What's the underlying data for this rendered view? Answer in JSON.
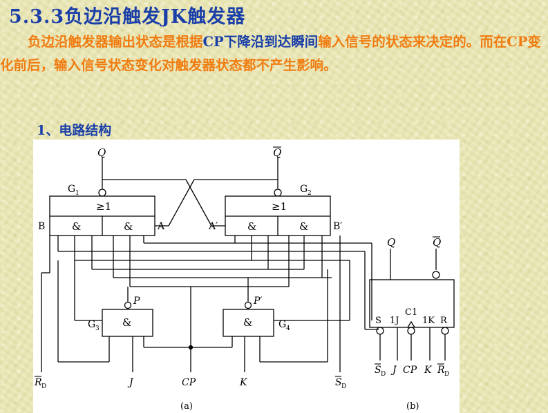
{
  "slide": {
    "title": "5.3.3负边沿触发JK触发器",
    "para_orange_1": "负边沿触发器输出状态是根据",
    "para_blue": "CP下降沿到达瞬间",
    "para_orange_2": "输入信号的状态来决定的。而在CP变化前后，输入信号状态变化对触发器状态都不产生影响。",
    "section_heading": "1、电路结构"
  },
  "figure": {
    "gate_g1": "G",
    "gate_g1_sub": "1",
    "gate_g2": "G",
    "gate_g2_sub": "2",
    "gate_g3": "G",
    "gate_g3_sub": "3",
    "gate_g4": "G",
    "gate_g4_sub": "4",
    "or_symbol": "≥1",
    "and_symbol": "&",
    "node_b": "B",
    "node_a": "A",
    "node_a_prime": "A′",
    "node_b_prime": "B′",
    "out_q": "Q",
    "out_q_bar": "Q",
    "node_p": "P",
    "node_p_prime": "P′",
    "in_rd": "R",
    "in_rd_sub": "D",
    "in_j": "J",
    "in_cp": "CP",
    "in_k": "K",
    "in_sd": "S",
    "in_sd_sub": "D",
    "caption_a": "(a)",
    "caption_b": "(b)",
    "sym_q": "Q",
    "sym_q_bar": "Q",
    "sym_s": "S",
    "sym_1j": "1J",
    "sym_c1": "C1",
    "sym_1k": "1K",
    "sym_r": "R",
    "sym_sd": "S",
    "sym_sd_sub": "D",
    "sym_j": "J",
    "sym_cp": "CP",
    "sym_k": "K",
    "sym_rd": "R",
    "sym_rd_sub": "D"
  }
}
